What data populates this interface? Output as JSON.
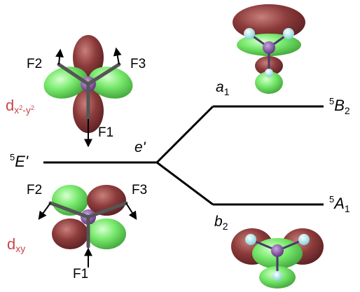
{
  "colors": {
    "lobe_positive": "#7aeb6e",
    "lobe_negative": "#8c3b3b",
    "level_line": "#000000",
    "orbital_label": "#c8474a",
    "arrow": "#4a4a4a"
  },
  "ground_state": {
    "label": "E'",
    "multiplicity": "5"
  },
  "split_node": {
    "label": "e'"
  },
  "upper_level": {
    "irrep": "a",
    "irrep_sub": "1",
    "state": "B",
    "state_sub": "2",
    "multiplicity": "5"
  },
  "lower_level": {
    "irrep": "b",
    "irrep_sub": "2",
    "state": "A",
    "state_sub": "1",
    "multiplicity": "5"
  },
  "orbital_top": {
    "name": "d",
    "subscript_base_x": "x",
    "subscript_sup_x": "2",
    "subscript_sep": "-y",
    "subscript_sup_y": "2",
    "forces": [
      "F2",
      "F3",
      "F1"
    ]
  },
  "orbital_bottom": {
    "name": "d",
    "subscript": "xy",
    "forces": [
      "F2",
      "F3",
      "F1"
    ]
  }
}
